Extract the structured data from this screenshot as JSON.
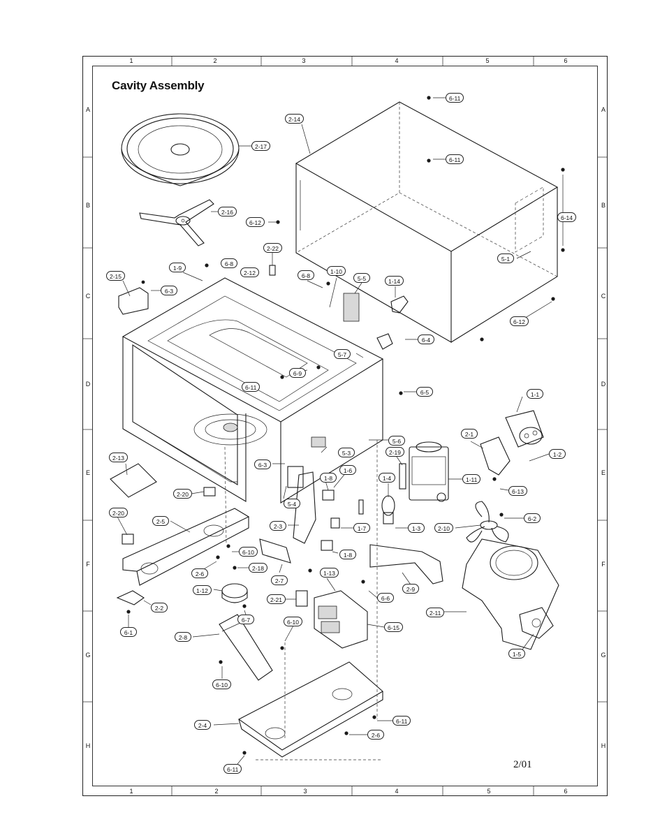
{
  "title": "Cavity Assembly",
  "date_code": "2/01",
  "grid": {
    "columns": [
      "1",
      "2",
      "3",
      "4",
      "5",
      "6"
    ],
    "rows": [
      "A",
      "B",
      "C",
      "D",
      "E",
      "F",
      "G",
      "H"
    ]
  },
  "callouts": [
    {
      "id": "c-6-11-a",
      "label": "6-11"
    },
    {
      "id": "c-2-14",
      "label": "2-14"
    },
    {
      "id": "c-6-11-b",
      "label": "6-11"
    },
    {
      "id": "c-2-17",
      "label": "2-17"
    },
    {
      "id": "c-6-14",
      "label": "6-14"
    },
    {
      "id": "c-2-16",
      "label": "2-16"
    },
    {
      "id": "c-6-12-a",
      "label": "6-12"
    },
    {
      "id": "c-5-1",
      "label": "5-1"
    },
    {
      "id": "c-2-22",
      "label": "2-22"
    },
    {
      "id": "c-1-9",
      "label": "1-9"
    },
    {
      "id": "c-6-8-a",
      "label": "6-8"
    },
    {
      "id": "c-2-12",
      "label": "2-12"
    },
    {
      "id": "c-6-8-b",
      "label": "6-8"
    },
    {
      "id": "c-1-10",
      "label": "1-10"
    },
    {
      "id": "c-5-5",
      "label": "5-5"
    },
    {
      "id": "c-1-14",
      "label": "1-14"
    },
    {
      "id": "c-2-15",
      "label": "2-15"
    },
    {
      "id": "c-6-3-a",
      "label": "6-3"
    },
    {
      "id": "c-6-12-b",
      "label": "6-12"
    },
    {
      "id": "c-6-4",
      "label": "6-4"
    },
    {
      "id": "c-5-7",
      "label": "5-7"
    },
    {
      "id": "c-6-9",
      "label": "6-9"
    },
    {
      "id": "c-6-11-c",
      "label": "6-11"
    },
    {
      "id": "c-6-5",
      "label": "6-5"
    },
    {
      "id": "c-1-1",
      "label": "1-1"
    },
    {
      "id": "c-5-6",
      "label": "5-6"
    },
    {
      "id": "c-2-1",
      "label": "2-1"
    },
    {
      "id": "c-5-3",
      "label": "5-3"
    },
    {
      "id": "c-2-19",
      "label": "2-19"
    },
    {
      "id": "c-1-2",
      "label": "1-2"
    },
    {
      "id": "c-2-13",
      "label": "2-13"
    },
    {
      "id": "c-6-3-b",
      "label": "6-3"
    },
    {
      "id": "c-1-6",
      "label": "1-6"
    },
    {
      "id": "c-1-8-a",
      "label": "1-8"
    },
    {
      "id": "c-1-4",
      "label": "1-4"
    },
    {
      "id": "c-1-11",
      "label": "1-11"
    },
    {
      "id": "c-6-13",
      "label": "6-13"
    },
    {
      "id": "c-2-20-a",
      "label": "2-20"
    },
    {
      "id": "c-5-4",
      "label": "5-4"
    },
    {
      "id": "c-2-20-b",
      "label": "2-20"
    },
    {
      "id": "c-2-5",
      "label": "2-5"
    },
    {
      "id": "c-2-3",
      "label": "2-3"
    },
    {
      "id": "c-1-7",
      "label": "1-7"
    },
    {
      "id": "c-1-3",
      "label": "1-3"
    },
    {
      "id": "c-2-10",
      "label": "2-10"
    },
    {
      "id": "c-6-2",
      "label": "6-2"
    },
    {
      "id": "c-6-10-a",
      "label": "6-10"
    },
    {
      "id": "c-1-8-b",
      "label": "1-8"
    },
    {
      "id": "c-2-6-a",
      "label": "2-6"
    },
    {
      "id": "c-2-18",
      "label": "2-18"
    },
    {
      "id": "c-2-7",
      "label": "2-7"
    },
    {
      "id": "c-2-9",
      "label": "2-9"
    },
    {
      "id": "c-1-13",
      "label": "1-13"
    },
    {
      "id": "c-1-12",
      "label": "1-12"
    },
    {
      "id": "c-6-6",
      "label": "6-6"
    },
    {
      "id": "c-2-21",
      "label": "2-21"
    },
    {
      "id": "c-2-2",
      "label": "2-2"
    },
    {
      "id": "c-6-7",
      "label": "6-7"
    },
    {
      "id": "c-2-11",
      "label": "2-11"
    },
    {
      "id": "c-6-10-b",
      "label": "6-10"
    },
    {
      "id": "c-6-15",
      "label": "6-15"
    },
    {
      "id": "c-6-1",
      "label": "6-1"
    },
    {
      "id": "c-2-8",
      "label": "2-8"
    },
    {
      "id": "c-1-5",
      "label": "1-5"
    },
    {
      "id": "c-6-10-c",
      "label": "6-10"
    },
    {
      "id": "c-6-11-d",
      "label": "6-11"
    },
    {
      "id": "c-2-4",
      "label": "2-4"
    },
    {
      "id": "c-2-6-b",
      "label": "2-6"
    },
    {
      "id": "c-6-11-e",
      "label": "6-11"
    }
  ]
}
